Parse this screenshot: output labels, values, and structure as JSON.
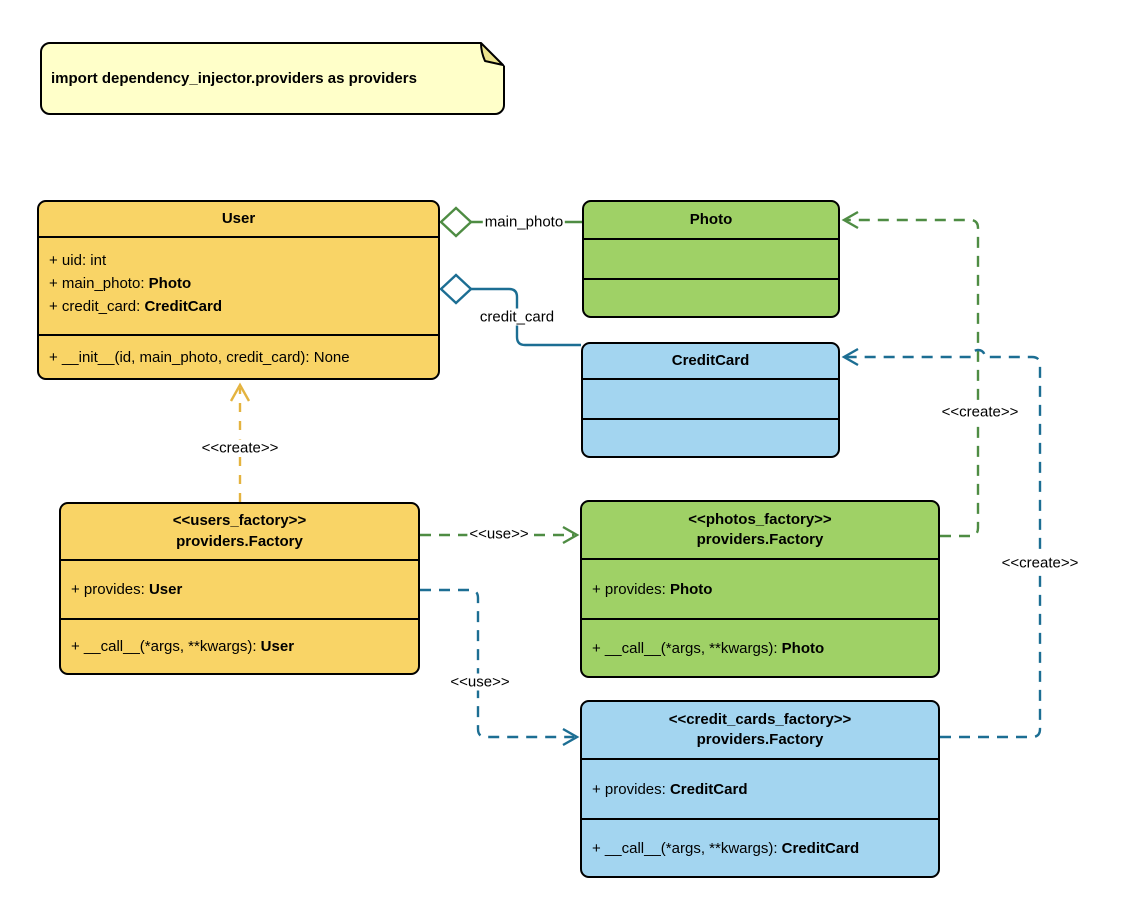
{
  "note": {
    "text": "import dependency_injector.providers as providers"
  },
  "classes": {
    "user": {
      "name": "User",
      "attributes": [
        {
          "text": "+ uid: int",
          "bold": ""
        },
        {
          "text": "+ main_photo: ",
          "bold": "Photo"
        },
        {
          "text": "+ credit_card: ",
          "bold": "CreditCard"
        }
      ],
      "methods": [
        {
          "text": "+ __init__(id, main_photo, credit_card): None",
          "bold": ""
        }
      ]
    },
    "photo": {
      "name": "Photo"
    },
    "credit_card": {
      "name": "CreditCard"
    },
    "users_factory": {
      "stereotype": "<<users_factory>>",
      "name": "providers.Factory",
      "attributes": [
        {
          "text": "+ provides: ",
          "bold": "User"
        }
      ],
      "methods": [
        {
          "text": "+ __call__(*args, **kwargs): ",
          "bold": "User"
        }
      ]
    },
    "photos_factory": {
      "stereotype": "<<photos_factory>>",
      "name": "providers.Factory",
      "attributes": [
        {
          "text": "+ provides: ",
          "bold": "Photo"
        }
      ],
      "methods": [
        {
          "text": "+ __call__(*args, **kwargs): ",
          "bold": "Photo"
        }
      ]
    },
    "credit_cards_factory": {
      "stereotype": "<<credit_cards_factory>>",
      "name": "providers.Factory",
      "attributes": [
        {
          "text": "+ provides: ",
          "bold": "CreditCard"
        }
      ],
      "methods": [
        {
          "text": "+ __call__(*args, **kwargs): ",
          "bold": "CreditCard"
        }
      ]
    }
  },
  "edges": {
    "main_photo": {
      "label": "main_photo"
    },
    "credit_card": {
      "label": "credit_card"
    },
    "users_factory_create": {
      "label": "<<create>>"
    },
    "photos_factory_use": {
      "label": "<<use>>"
    },
    "credit_cards_factory_use": {
      "label": "<<use>>"
    },
    "photos_factory_create": {
      "label": "<<create>>"
    },
    "credit_cards_factory_create": {
      "label": "<<create>>"
    }
  },
  "colors": {
    "class_yellow": "#F9D466",
    "class_green": "#9FD166",
    "class_blue": "#A3D5F0",
    "note_fill": "#FFFFC9",
    "edge_yellow": "#E4B33F",
    "edge_green": "#4E8C43",
    "edge_blue": "#1C6E93",
    "border": "#000000"
  }
}
